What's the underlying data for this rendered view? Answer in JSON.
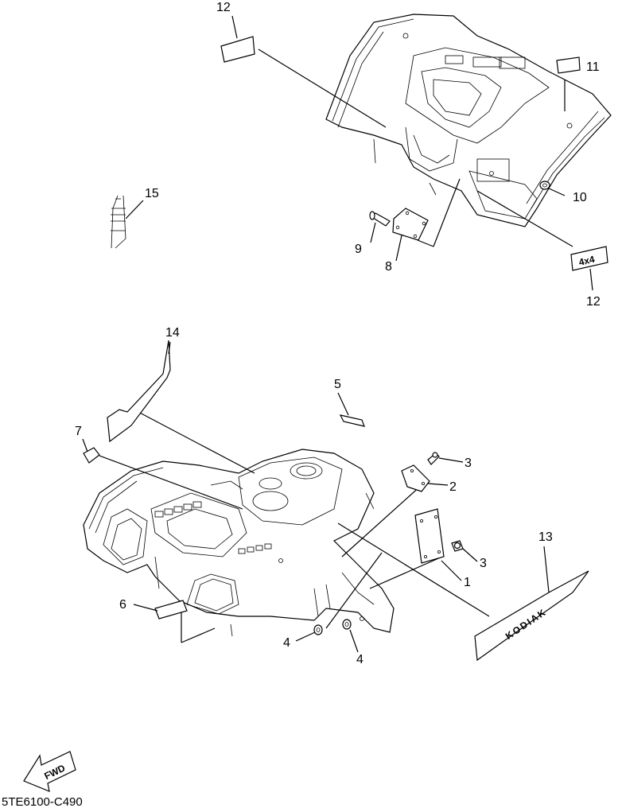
{
  "diagram_code": "5TE6100-C490",
  "fwd_label": "FWD",
  "decal_texts": {
    "rear_badge": "4x4",
    "side_badge": "KODIAK"
  },
  "callouts": {
    "c1": "1",
    "c2": "2",
    "c3a": "3",
    "c3b": "3",
    "c4a": "4",
    "c4b": "4",
    "c5": "5",
    "c6": "6",
    "c7": "7",
    "c8": "8",
    "c9": "9",
    "c10": "10",
    "c11": "11",
    "c12a": "12",
    "c12b": "12",
    "c13": "13",
    "c14": "14",
    "c15": "15"
  }
}
